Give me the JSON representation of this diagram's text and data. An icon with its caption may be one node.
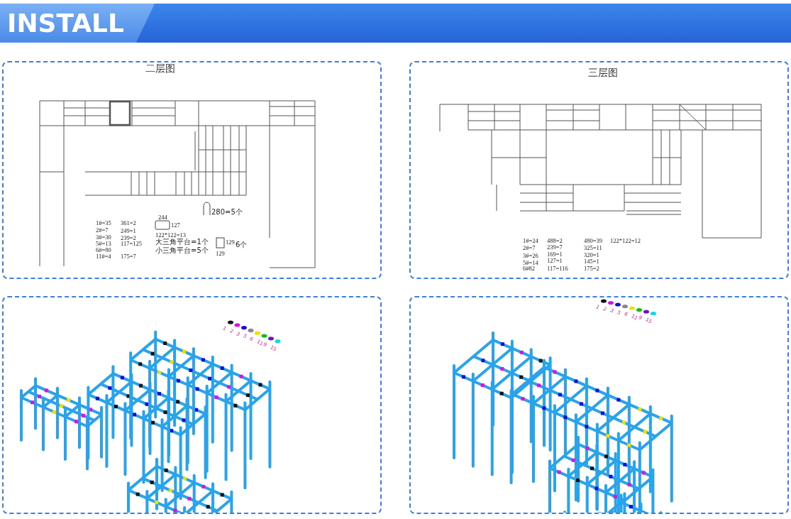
{
  "diagram": {
    "nodes": [
      {
        "text": [
          "INSTALL"
        ]
      },
      {
        "text": [
          "二层图"
        ]
      },
      {
        "text": [
          "三层图"
        ]
      }
    ],
    "edges": [],
    "labels": [
      "1#=35",
      "361=2",
      "2#=7",
      "249=1",
      "3#=30",
      "239=2",
      "5#=13",
      "117=125",
      "6#=80",
      "11#=4",
      "175=7",
      "244",
      "127",
      "122*122=13",
      "大三角平台=1个",
      "小三角平台=5个",
      "280=5个",
      "129",
      "6个",
      "129",
      "1#=24",
      "488=2",
      "480=39",
      "122*122=12",
      "2#=7",
      "239=7",
      "325=11",
      "3#=26",
      "169=1",
      "320=1",
      "5#=14",
      "127=1",
      "145=1",
      "6#82",
      "117=116",
      "175=2"
    ],
    "legend": [
      {
        "text": "1",
        "color": "#111111"
      },
      {
        "text": "2",
        "color": "#e010e0"
      },
      {
        "text": "3",
        "color": "#1010d0"
      },
      {
        "text": "5",
        "color": "#888888"
      },
      {
        "text": "6",
        "color": "#f0e000"
      },
      {
        "text": "11",
        "color": "#10c010"
      },
      {
        "text": "9",
        "color": "#7010c0"
      },
      {
        "text": "15",
        "color": "#10d8e8"
      },
      {
        "text": "1",
        "color": "#111111"
      },
      {
        "text": "2",
        "color": "#e010e0"
      },
      {
        "text": "3",
        "color": "#1010d0"
      },
      {
        "text": "5",
        "color": "#888888"
      },
      {
        "text": "6",
        "color": "#f0e000"
      },
      {
        "text": "11",
        "color": "#10c010"
      },
      {
        "text": "9",
        "color": "#7010c0"
      },
      {
        "text": "15",
        "color": "#10d8e8"
      }
    ]
  }
}
